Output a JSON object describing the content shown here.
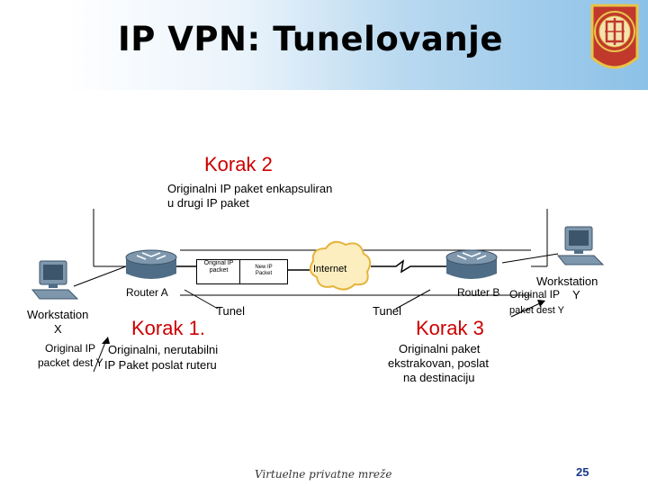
{
  "title": "IP VPN: Tunelovanje",
  "steps": {
    "step2_title": "Korak 2",
    "step2_text_line1": "Originalni IP paket enkapsuliran",
    "step2_text_line2": "u drugi IP paket",
    "step1_title": "Korak 1.",
    "step1_text_line1": "Originalni, nerutabilni",
    "step1_text_line2": "IP Paket poslat ruteru",
    "step3_title": "Korak 3",
    "step3_text_line1": "Originalni paket",
    "step3_text_line2": "ekstrakovan, poslat",
    "step3_text_line3": "na destinaciju"
  },
  "devices": {
    "router_a": "Router A",
    "router_b": "Router B",
    "workstation_x_line1": "Workstation",
    "workstation_x_line2": "X",
    "workstation_y_line1": "Workstation",
    "workstation_y_line2": "Y",
    "internet": "Internet"
  },
  "packets": {
    "orig_packet_line1": "Original IP",
    "orig_packet_line2": "packet",
    "new_packet_line1": "New IP",
    "new_packet_line2": "Packet",
    "left_orig_line1": "Original IP",
    "left_orig_line2": "packet dest Y",
    "right_orig_line1": "Original IP",
    "right_orig_line2": "paket dest Y"
  },
  "tunnel_left": "Tunel",
  "tunnel_right": "Tunel",
  "footer": "Virtuelne privatne mreže",
  "page_number": "25",
  "colors": {
    "accent_red": "#cc0000",
    "title_band_end": "#8cc1e7",
    "logo_red": "#c0392b",
    "logo_gold": "#e8c34a"
  }
}
